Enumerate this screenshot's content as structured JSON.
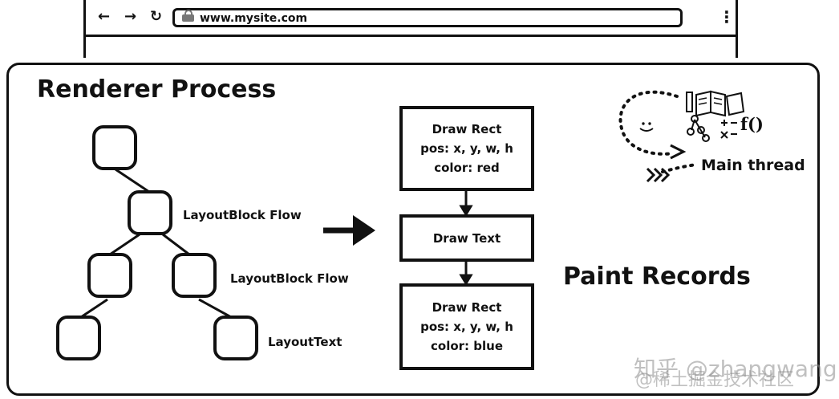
{
  "browser": {
    "url": "www.mysite.com",
    "back_icon": "back-arrow-icon",
    "forward_icon": "forward-arrow-icon",
    "reload_icon": "reload-icon",
    "menu_icon": "kebab-menu-icon"
  },
  "diagram": {
    "title": "Renderer Process",
    "tree_labels": [
      "LayoutBlock Flow",
      "LayoutBlock Flow",
      "LayoutText"
    ],
    "paint_records_title": "Paint Records",
    "records": [
      {
        "lines": [
          "Draw Rect",
          "pos: x, y, w, h",
          "color: red"
        ]
      },
      {
        "lines": [
          "Draw Text"
        ]
      },
      {
        "lines": [
          "Draw Rect",
          "pos: x, y, w, h",
          "color: blue"
        ]
      }
    ],
    "main_thread_label": "Main thread",
    "function_symbol": "f()",
    "watermark_primary": "知乎 @zhangwang",
    "watermark_secondary": "@稀土掘金技术社区"
  }
}
